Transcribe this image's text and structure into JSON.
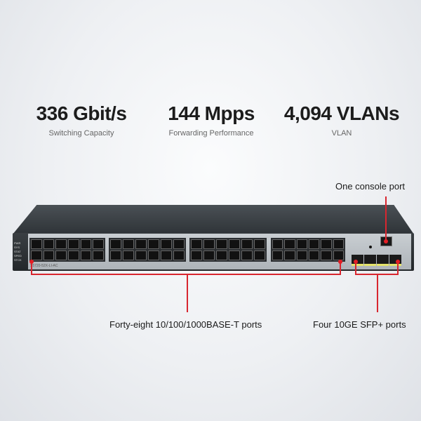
{
  "stats": [
    {
      "value": "336 Gbit/s",
      "label": "Switching Capacity"
    },
    {
      "value": "144 Mpps",
      "label": "Forwarding Performance"
    },
    {
      "value": "4,094 VLANs",
      "label": "VLAN"
    }
  ],
  "callouts": {
    "console": "One console port",
    "copper": "Forty-eight 10/100/1000BASE-T ports",
    "sfp": "Four 10GE SFP+ ports"
  },
  "device": {
    "model_label": "S5720-52X-LI-AC",
    "led_labels": [
      "PWR",
      "SYS",
      "STAT",
      "SPED",
      "STCK"
    ]
  },
  "colors": {
    "accent": "#d8262f"
  }
}
